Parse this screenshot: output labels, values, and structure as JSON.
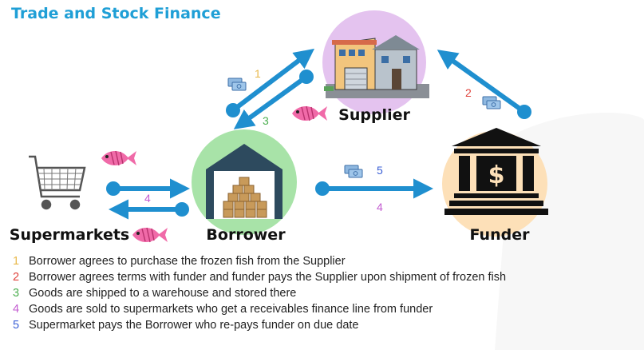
{
  "title": "Trade and Stock Finance",
  "colors": {
    "title": "#1f9fd6",
    "arrow": "#1f8fcf",
    "step1": "#e8b84a",
    "step2": "#e0433c",
    "step3": "#4caf50",
    "step4": "#c35bd0",
    "step5": "#3a5fd6",
    "supplier_circle": "#e4c3ef",
    "borrower_circle": "#a8e3a8",
    "funder_circle": "#fde0b8"
  },
  "nodes": {
    "supplier": "Supplier",
    "borrower": "Borrower",
    "funder": "Funder",
    "supermarkets": "Supermarkets"
  },
  "arrow_numbers": {
    "supplier_borrower_top": "1",
    "supplier_borrower_bottom": "3",
    "funder_supplier": "2",
    "borrower_funder_top": "5",
    "borrower_funder_bottom": "4",
    "supermarket_borrower": "4"
  },
  "funder_symbol": "$",
  "legend": [
    {
      "num": "1",
      "text": "Borrower agrees to purchase the frozen fish from the Supplier"
    },
    {
      "num": "2",
      "text": "Borrower agrees terms with funder and funder pays the Supplier upon shipment of frozen fish"
    },
    {
      "num": "3",
      "text": "Goods are shipped to a warehouse and stored there"
    },
    {
      "num": "4",
      "text": "Goods are sold to supermarkets who get a receivables finance line from funder"
    },
    {
      "num": "5",
      "text": "Supermarket pays the Borrower who re-pays funder on due date"
    }
  ]
}
